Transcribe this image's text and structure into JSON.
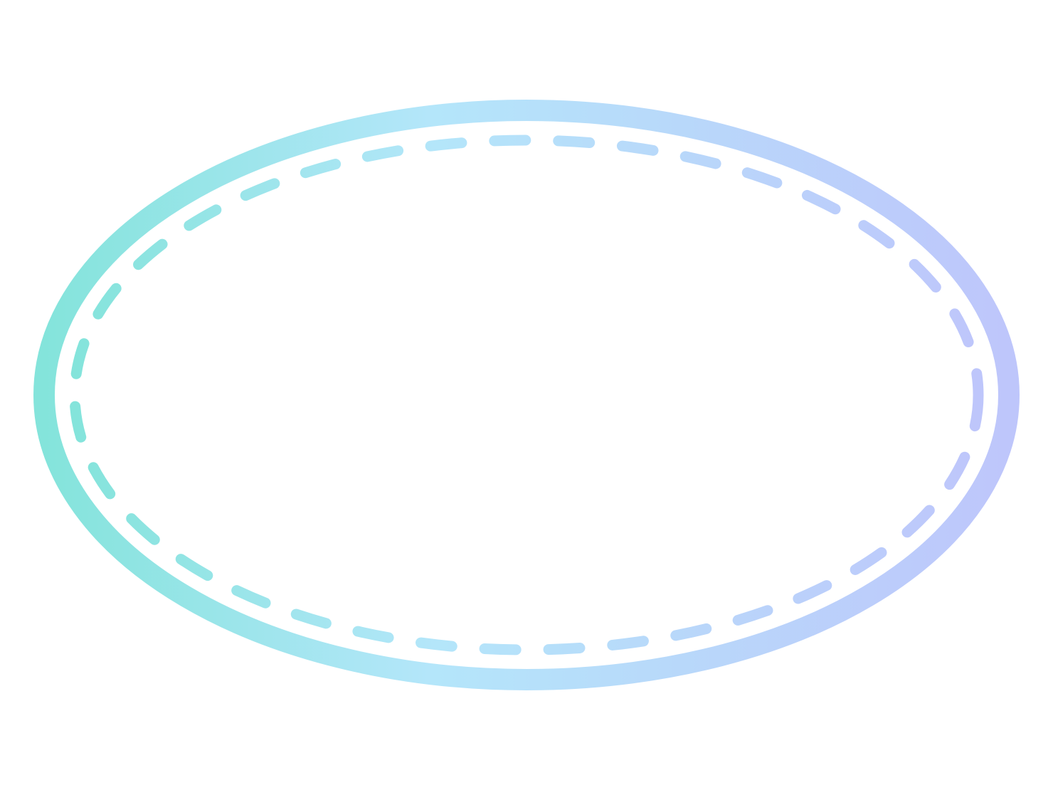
{
  "frame": {
    "shape": "oval",
    "gradient": {
      "start": "#84e4db",
      "middle": "#b4e6fa",
      "end": "#bec6fb"
    },
    "background": "#ffffff",
    "outer_border": "solid",
    "inner_border": "dashed-rounded"
  }
}
